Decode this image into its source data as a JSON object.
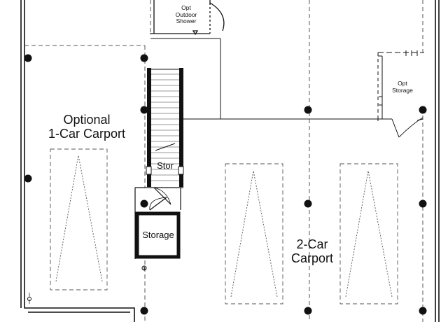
{
  "plan": {
    "labels": {
      "outdoor_shower": "Opt\nOutdoor\nShower",
      "opt_storage": "Opt\nStorage",
      "carport_1": "Optional\n1-Car Carport",
      "carport_2": "2-Car\nCarport",
      "stor": "Stor",
      "storage": "Storage"
    },
    "colors": {
      "wall": "#111111",
      "dashed": "#555555",
      "column": "#111111",
      "background": "#ffffff"
    }
  }
}
